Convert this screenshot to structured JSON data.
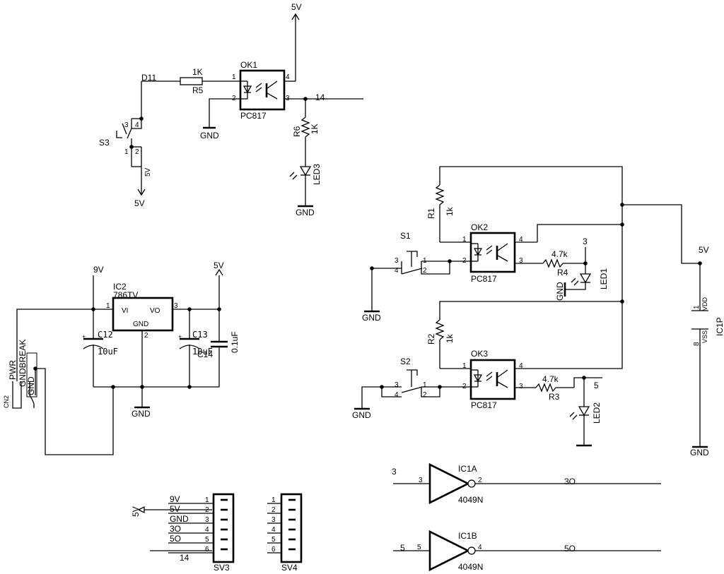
{
  "labels": {
    "d11": "D11",
    "v5_top": "5V",
    "n14": "14",
    "r5_val": "1K",
    "r5": "R5",
    "ok1": "OK1",
    "ok1_part": "PC817",
    "gnd_ok1": "GND",
    "r6": "R6",
    "r6_val": "1K",
    "led3": "LED3",
    "gnd_led3": "GND",
    "s3": "S3",
    "v5_s3": "5V",
    "v5_s3b": "5V",
    "v9": "9V",
    "ic2": "IC2",
    "ic2_part": "786TV",
    "ic2_vi": "VI",
    "ic2_vo": "VO",
    "ic2_gnd": "GND",
    "v5_reg": "5V",
    "c12": "C12",
    "c12_val": "10uF",
    "c13": "C13",
    "c13_val": "10uF",
    "c14": "C14",
    "c14_val": "0.1uF",
    "gnd_reg": "GND",
    "cn2": "CN2",
    "pwr": "PWR",
    "gndbreak": "GNDBREAK",
    "cn2_gnd": "GND",
    "r1": "R1",
    "r1_val": "1k",
    "ok2": "OK2",
    "ok2_part": "PC817",
    "s1": "S1",
    "gnd_s1": "GND",
    "r4_val": "4.7k",
    "r4": "R4",
    "n3": "3",
    "led1": "LED1",
    "gnd_led1": "GND",
    "r2": "R2",
    "r2_val": "1k",
    "ok3": "OK3",
    "ok3_part": "PC817",
    "s2": "S2",
    "gnd_s2": "GND",
    "r3_val": "4.7k",
    "r3": "R3",
    "n5": "5",
    "led2": "LED2",
    "v5_ic1p": "5V",
    "ic1p": "IC1P",
    "vdd": "VDD",
    "vss": "VSS",
    "gnd_ic1p": "GND",
    "ic1a": "IC1A",
    "ic1a_part": "4049N",
    "ic1a_in": "3",
    "ic1a_out": "3O",
    "ic1b": "IC1B",
    "ic1b_part": "4049N",
    "ic1b_in": "5",
    "ic1b_out": "5O",
    "sv3": "SV3",
    "sv4": "SV4",
    "sv_5v": "5V",
    "sv_14": "14"
  },
  "pins": {
    "ok1": [
      "1",
      "2",
      "3",
      "4"
    ],
    "ok2": [
      "1",
      "2",
      "3",
      "4"
    ],
    "ok3": [
      "1",
      "2",
      "3",
      "4"
    ],
    "s3": [
      "3",
      "4",
      "1",
      "2"
    ],
    "s1": [
      "3",
      "4",
      "1",
      "2"
    ],
    "s2": [
      "3",
      "4",
      "1",
      "2"
    ],
    "ic2": [
      "1",
      "3",
      "2"
    ],
    "ic1p": [
      "1",
      "8"
    ],
    "ic1a": [
      "3",
      "2"
    ],
    "ic1b": [
      "5",
      "4"
    ]
  },
  "sv3_rows": [
    {
      "pin": "1",
      "signal": "9V"
    },
    {
      "pin": "2",
      "signal": "5V"
    },
    {
      "pin": "3",
      "signal": "GND"
    },
    {
      "pin": "4",
      "signal": "3O"
    },
    {
      "pin": "5",
      "signal": "5O"
    },
    {
      "pin": "6",
      "signal": ""
    }
  ],
  "sv4_pins": [
    "1",
    "2",
    "3",
    "4",
    "5",
    "6"
  ]
}
